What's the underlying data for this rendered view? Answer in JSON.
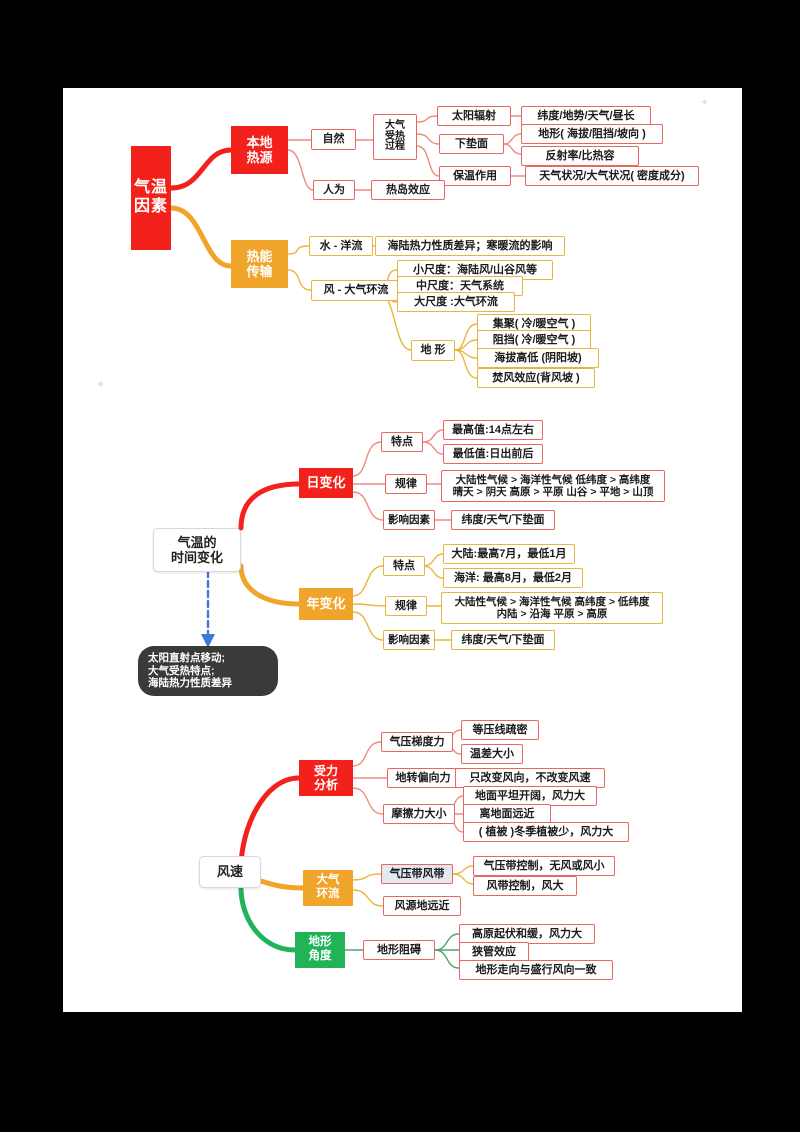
{
  "document": {
    "background": "#000000",
    "page_background": "#ffffff",
    "title": "气温因素 / 气温的时间变化 / 风速 思维导图"
  },
  "colors": {
    "red": "#F3211B",
    "orange": "#F0A42A",
    "green": "#20B358",
    "red_outline": "#E8675F",
    "yellow_outline": "#E8B63F",
    "green_outline": "#49A86A",
    "dark_callout": "#3A3A3A",
    "blue_arrow": "#3A7BD5",
    "selected_fill": "#E3E9F0"
  },
  "map1": {
    "root": "气温\n因素",
    "branch_local": {
      "title": "本地\n热源",
      "natural": {
        "label": "自然",
        "process": "大气\n受热\n过程",
        "items": [
          {
            "label": "太阳辐射",
            "detail": [
              "纬度/地势/天气/昼长"
            ]
          },
          {
            "label": "下垫面",
            "detail": [
              "地形( 海拔/阻挡/坡向 )",
              "反射率/比热容"
            ]
          },
          {
            "label": "保温作用",
            "detail": [
              "天气状况/大气状况( 密度成分)"
            ]
          }
        ]
      },
      "artificial": {
        "label": "人为",
        "detail": "热岛效应"
      }
    },
    "branch_transfer": {
      "title": "热能\n传输",
      "water": {
        "label": "水 - 洋流",
        "detail": "海陆热力性质差异；寒暖流的影响"
      },
      "wind": {
        "label": "风 - 大气环流",
        "scales": [
          "小尺度：海陆风/山谷风等",
          "中尺度：天气系统",
          "大尺度 :大气环流"
        ],
        "terrain": {
          "label": "地 形",
          "items": [
            "集聚( 冷/暖空气 )",
            "阻挡( 冷/暖空气 )",
            "海拔高低 (阴阳坡)",
            "焚风效应(背风坡 )"
          ]
        }
      }
    }
  },
  "map2": {
    "root": "气温的\n时间变化",
    "daily": {
      "title": "日变化",
      "feature": {
        "label": "特点",
        "items": [
          "最高值:14点左右",
          "最低值:日出前后"
        ]
      },
      "law": {
        "label": "规律",
        "text": "大陆性气候 > 海洋性气候 低纬度 > 高纬度\n晴天 > 阴天 高原 > 平原 山谷 > 平地 > 山顶"
      },
      "factors": {
        "label": "影响因素",
        "detail": "纬度/天气/下垫面"
      }
    },
    "annual": {
      "title": "年变化",
      "feature": {
        "label": "特点",
        "items": [
          "大陆:最高7月，最低1月",
          "海洋: 最高8月，最低2月"
        ]
      },
      "law": {
        "label": "规律",
        "text": "大陆性气候 > 海洋性气候 高纬度 > 低纬度\n内陆 > 沿海  平原 > 高原"
      },
      "factors": {
        "label": "影响因素",
        "detail": "纬度/天气/下垫面"
      }
    },
    "callout": "太阳直射点移动;\n大气受热特点;\n海陆热力性质差异"
  },
  "map3": {
    "root": "风速",
    "forces": {
      "title": "受力\n分析",
      "gradient": {
        "label": "气压梯度力",
        "items": [
          "等压线疏密",
          "温差大小"
        ]
      },
      "coriolis": {
        "label": "地转偏向力",
        "items": [
          "只改变风向，不改变风速"
        ]
      },
      "friction": {
        "label": "摩擦力大小",
        "items": [
          "地面平坦开阔，风力大",
          "离地面远近",
          "( 植被 )冬季植被少，风力大"
        ]
      }
    },
    "circulation": {
      "title": "大气\n环流",
      "belts": {
        "label": "气压带风带",
        "selected": true,
        "items": [
          "气压带控制，无风或风小",
          "风带控制，风大"
        ]
      },
      "source": {
        "label": "风源地远近"
      }
    },
    "terrain": {
      "title": "地形\n角度",
      "barrier": {
        "label": "地形阻碍",
        "items": [
          "高原起伏和缓，风力大",
          "狭管效应",
          "地形走向与盛行风向一致"
        ]
      }
    }
  }
}
